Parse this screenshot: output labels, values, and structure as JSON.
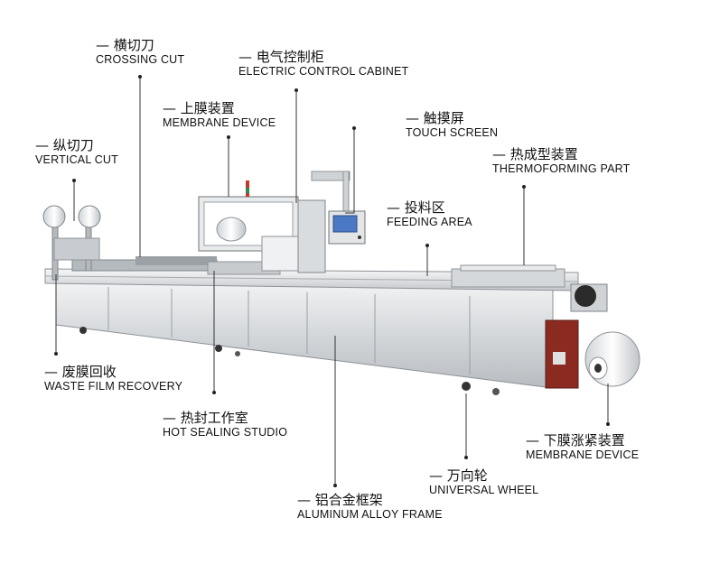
{
  "labels": {
    "crossing_cut": {
      "cn": "— 横切刀",
      "en": "CROSSING CUT"
    },
    "electric_cabinet": {
      "cn": "— 电气控制柜",
      "en": "ELECTRIC CONTROL CABINET"
    },
    "membrane_device_top": {
      "cn": "— 上膜装置",
      "en": "MEMBRANE  DEVICE"
    },
    "touch_screen": {
      "cn": "— 触摸屏",
      "en": "TOUCH  SCREEN"
    },
    "vertical_cut": {
      "cn": "— 纵切刀",
      "en": "VERTICAL CUT"
    },
    "thermoforming": {
      "cn": "— 热成型装置",
      "en": "THERMOFORMING PART"
    },
    "feeding_area": {
      "cn": "— 投料区",
      "en": "FEEDING AREA"
    },
    "waste_film": {
      "cn": "— 废膜回收",
      "en": "WASTE FILM RECOVERY"
    },
    "hot_sealing": {
      "cn": "— 热封工作室",
      "en": "HOT SEALING STUDIO"
    },
    "membrane_tension": {
      "cn": "— 下膜涨紧装置",
      "en": "MEMBRANE  DEVICE"
    },
    "universal_wheel": {
      "cn": "— 万向轮",
      "en": "UNIVERSAL WHEEL"
    },
    "aluminum_frame": {
      "cn": "— 铝合金框架",
      "en": "ALUMINUM ALLOY FRAME"
    }
  },
  "colors": {
    "steel_light": "#e6e8ea",
    "steel_mid": "#c9ccd0",
    "steel_dark": "#8e9398",
    "leader": "#333333",
    "red_panel": "#8a2a20",
    "screen_blue": "#4a78c4"
  }
}
